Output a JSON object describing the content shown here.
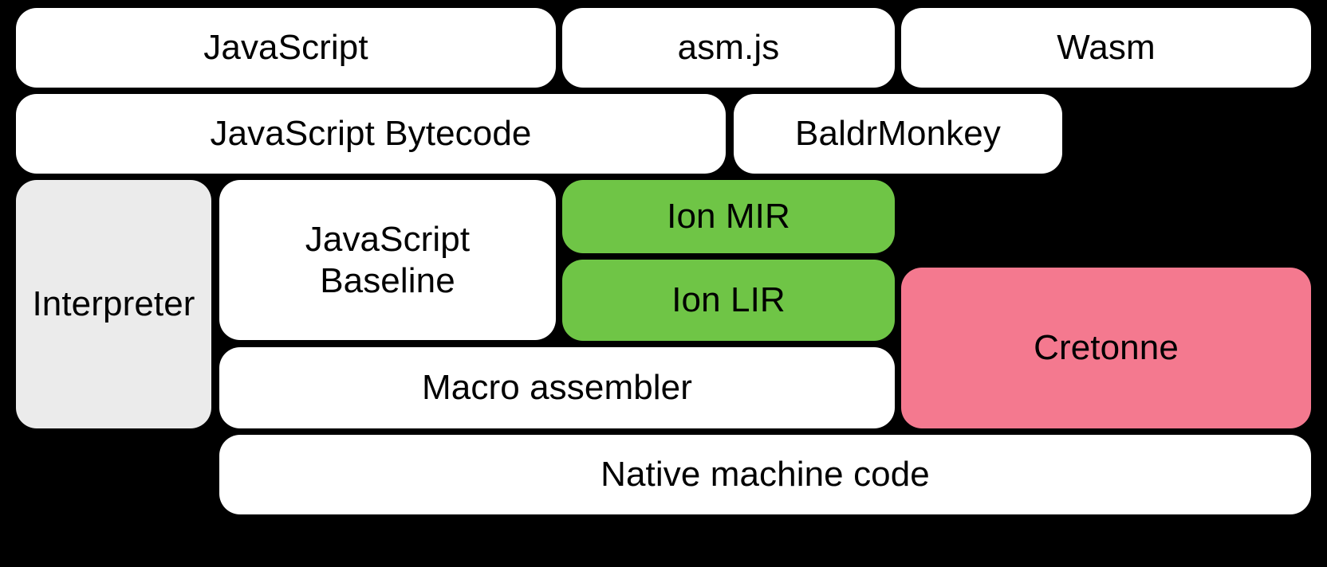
{
  "diagram": {
    "title": "SpiderMonkey compilation pipeline",
    "background_color": "#000000",
    "colors": {
      "white": "#ffffff",
      "gray": "#ebebeb",
      "green": "#6fc546",
      "pink": "#f4798f",
      "text": "#000000"
    },
    "nodes": [
      {
        "id": "javascript",
        "label": "JavaScript",
        "fill": "#ffffff",
        "row": 1
      },
      {
        "id": "asmjs",
        "label": "asm.js",
        "fill": "#ffffff",
        "row": 1
      },
      {
        "id": "wasm",
        "label": "Wasm",
        "fill": "#ffffff",
        "row": 1
      },
      {
        "id": "js-bytecode",
        "label": "JavaScript Bytecode",
        "fill": "#ffffff",
        "row": 2
      },
      {
        "id": "baldrmonkey",
        "label": "BaldrMonkey",
        "fill": "#ffffff",
        "row": 2
      },
      {
        "id": "interpreter",
        "label": "Interpreter",
        "fill": "#ebebeb",
        "row": 3
      },
      {
        "id": "js-baseline",
        "label": "JavaScript\nBaseline",
        "fill": "#ffffff",
        "row": 3
      },
      {
        "id": "ion-mir",
        "label": "Ion MIR",
        "fill": "#6fc546",
        "row": 3
      },
      {
        "id": "ion-lir",
        "label": "Ion LIR",
        "fill": "#6fc546",
        "row": 4
      },
      {
        "id": "cretonne",
        "label": "Cretonne",
        "fill": "#f4798f",
        "row": 4
      },
      {
        "id": "macro-assembler",
        "label": "Macro assembler",
        "fill": "#ffffff",
        "row": 5
      },
      {
        "id": "native-code",
        "label": "Native machine code",
        "fill": "#ffffff",
        "row": 6
      }
    ]
  }
}
